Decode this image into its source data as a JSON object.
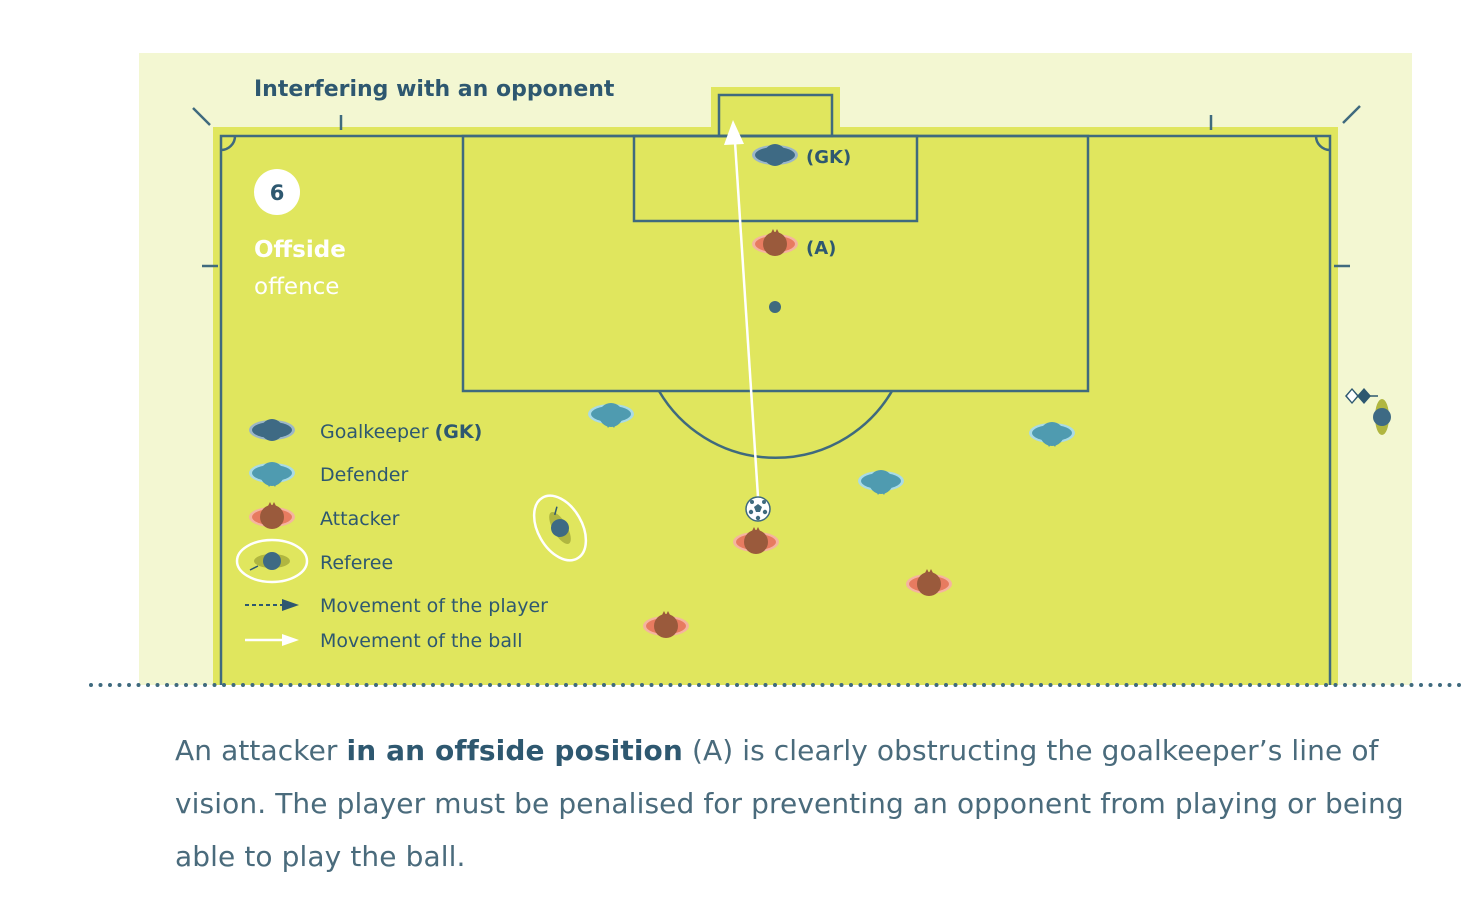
{
  "title": "Interfering with an opponent",
  "badge_number": "6",
  "heading_bold": "Offside",
  "heading_light": "offence",
  "labels": {
    "goalkeeper": "(GK)",
    "attacker": "(A)"
  },
  "legend": {
    "goalkeeper": "Goalkeeper",
    "goalkeeper_abbr": "(GK)",
    "defender": "Defender",
    "attacker": "Attacker",
    "referee": "Referee",
    "player_movement": "Movement of the player",
    "ball_movement": "Movement of the ball"
  },
  "caption": {
    "part1": "An attacker ",
    "bold": "in an offside position",
    "part2": " (A) is clearly obstructing the goalkeeper’s line of vision. The player must be penalised for preventing an opponent from playing or being able to play the ball."
  },
  "colors": {
    "surround": "#f3f7d2",
    "pitch": "#e0e65e",
    "lines": "#3f6a7e",
    "goalkeeper": "#3e6a84",
    "defender": "#4f9bb0",
    "attacker": "#9a5a3c",
    "attacker_arms": "#e77b60",
    "referee_shirt": "#b0b640",
    "ball_path": "#ffffff"
  }
}
